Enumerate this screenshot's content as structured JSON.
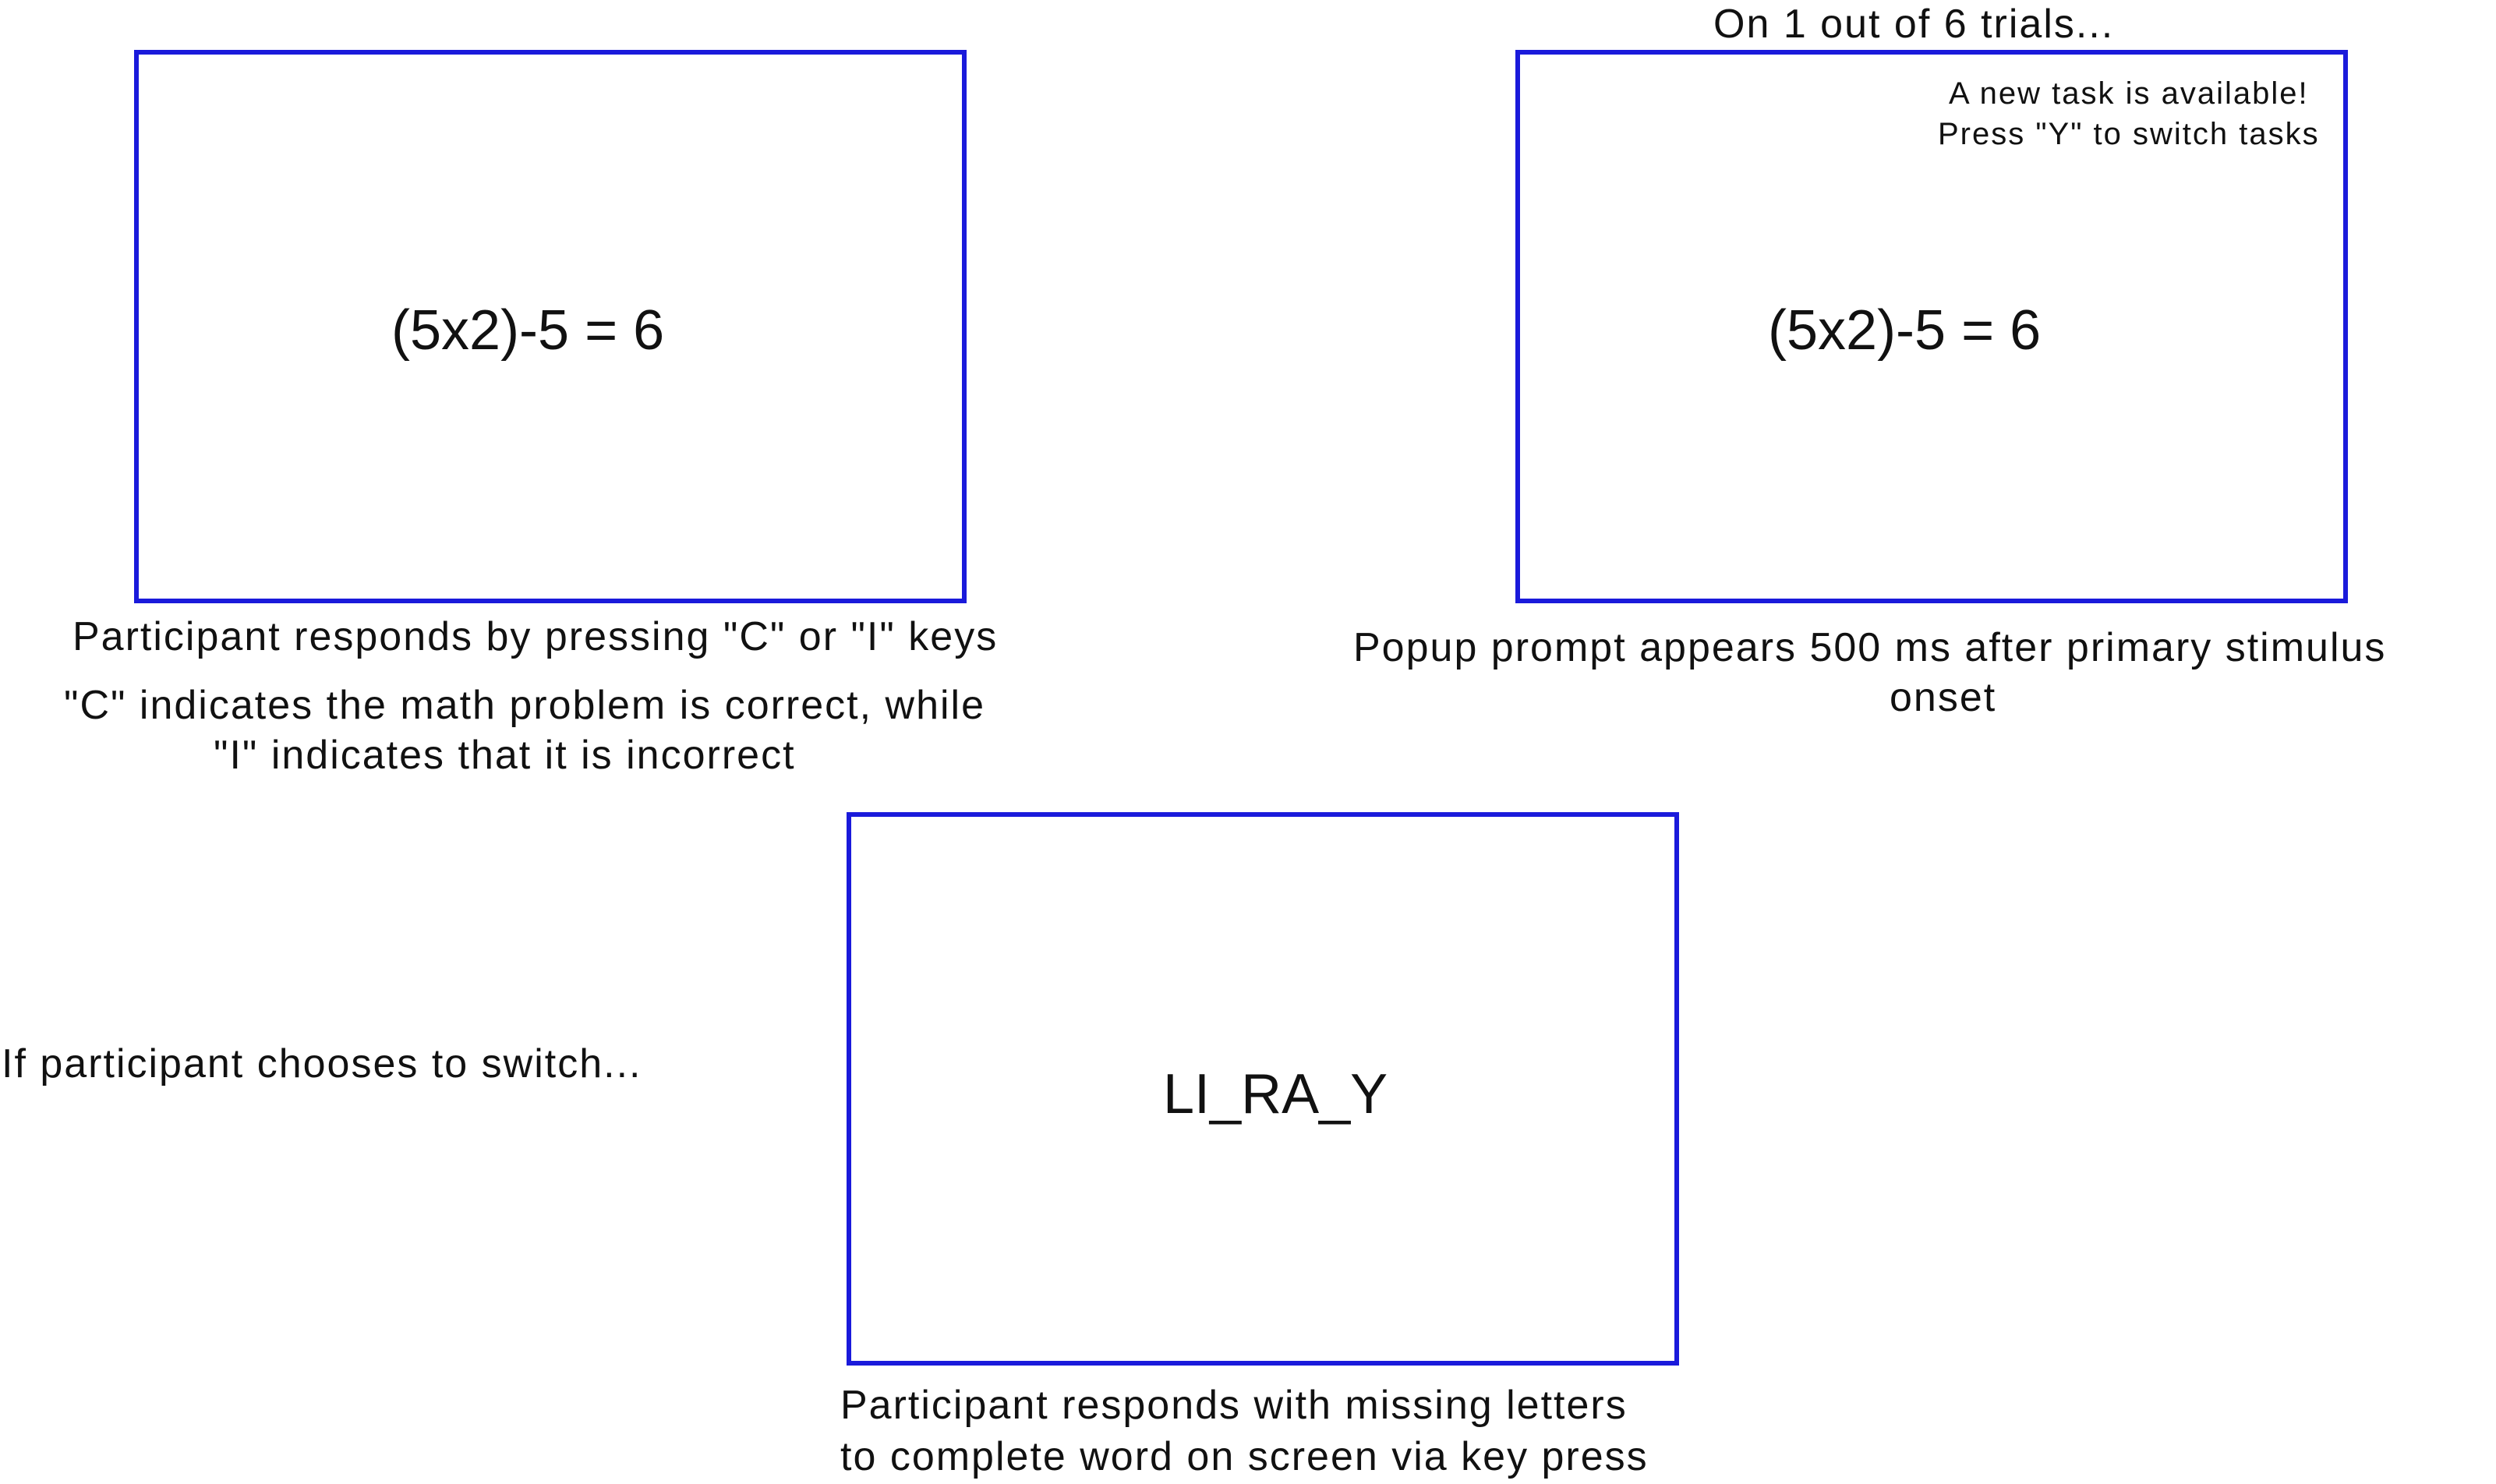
{
  "colors": {
    "screen_border": "#1a1adb",
    "text": "#111111",
    "background": "#ffffff"
  },
  "panels": {
    "math": {
      "stimulus": "(5x2)-5 =  6",
      "response_caption": "Participant responds by pressing \"C\" or \"I\" keys",
      "key_explanation_1": "\"C\" indicates the math problem is correct, while",
      "key_explanation_2": "\"I\" indicates that it is incorrect"
    },
    "popup": {
      "header": "On 1 out of 6 trials...",
      "prompt_line_1": "A new task is available!",
      "prompt_line_2": "Press \"Y\" to switch tasks",
      "stimulus": "(5x2)-5 =  6",
      "caption_line_1": "Popup prompt appears 500 ms after primary stimulus",
      "caption_line_2": "onset"
    },
    "word": {
      "lead_in": "If participant chooses to switch...",
      "stimulus": "LI_RA_Y",
      "caption_line_1": "Participant responds with missing letters",
      "caption_line_2": "to complete word on screen via key press"
    }
  }
}
